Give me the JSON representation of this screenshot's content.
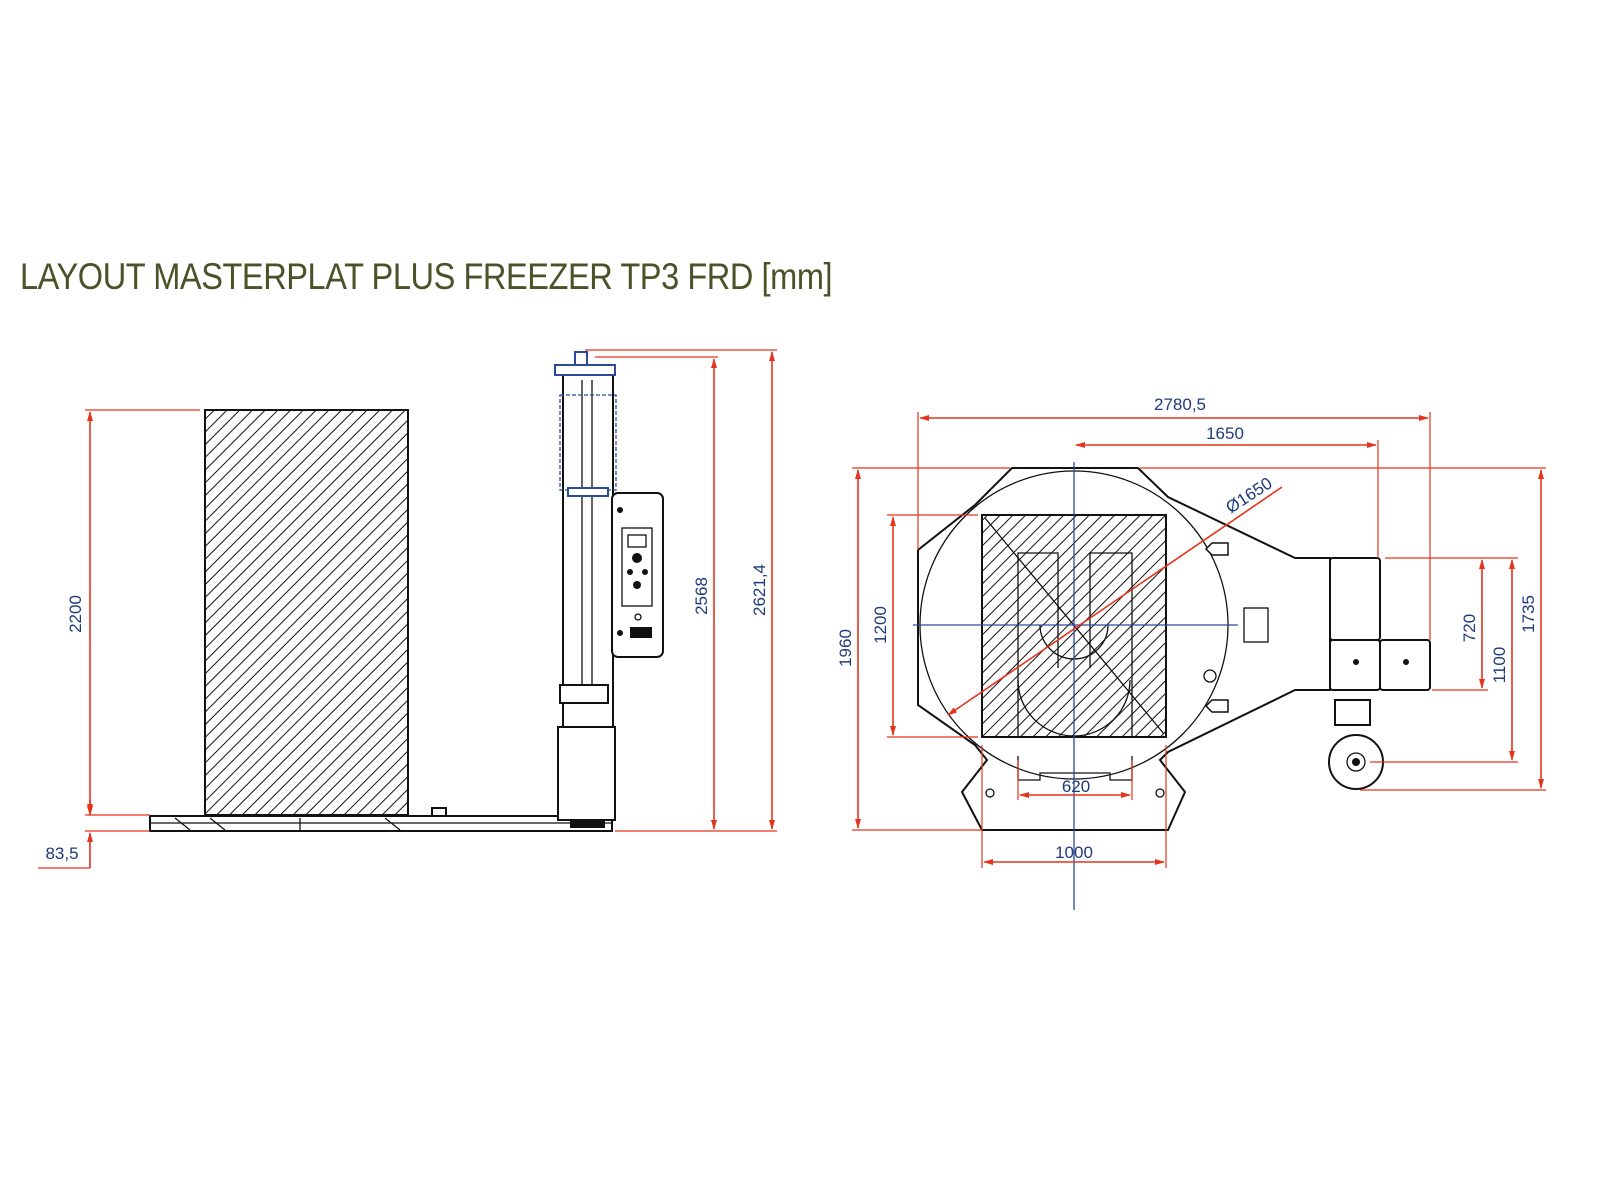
{
  "title": "LAYOUT MASTERPLAT PLUS FREEZER TP3 FRD [mm]",
  "colors": {
    "title": "#4d5127",
    "dimension_line": "#e5341c",
    "dimension_text": "#1f3a7c",
    "outline": "#111111"
  },
  "side_view": {
    "dimensions": {
      "pallet_height": "2200",
      "base_height": "83,5",
      "machine_height": "2568",
      "overall_height": "2621,4"
    }
  },
  "top_view": {
    "dimensions": {
      "overall_width": "2780,5",
      "center_to_motor": "1650",
      "turntable_diameter": "Ø1650",
      "overall_depth": "1960",
      "pallet_depth": "1200",
      "motor_depth": "720",
      "to_wheel": "1100",
      "total_right_depth": "1735",
      "fork_gap": "620",
      "pallet_width": "1000"
    }
  }
}
